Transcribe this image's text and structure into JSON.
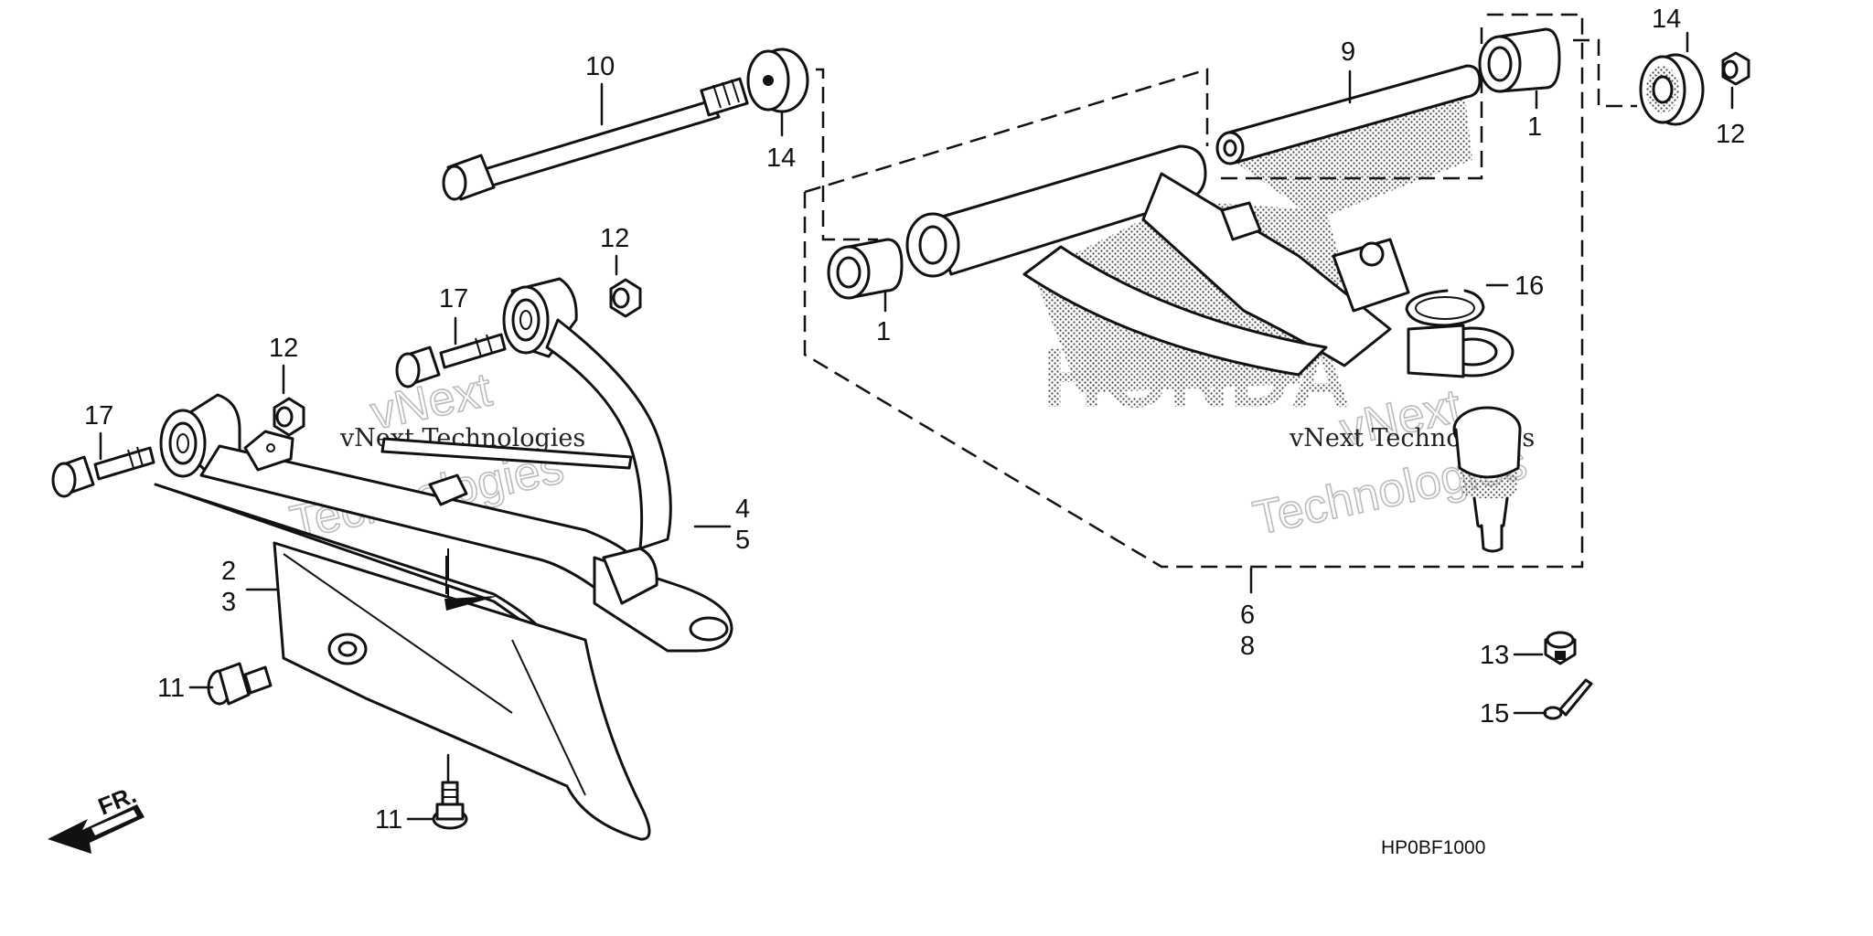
{
  "callouts": {
    "c1a": "1",
    "c1b": "1",
    "c23_top": "2",
    "c23_bot": "3",
    "c45_top": "4",
    "c45_bot": "5",
    "c68_top": "6",
    "c68_bot": "8",
    "c9": "9",
    "c10": "10",
    "c11a": "11",
    "c11b": "11",
    "c12a": "12",
    "c12b": "12",
    "c12c": "12",
    "c13": "13",
    "c14a": "14",
    "c14b": "14",
    "c15": "15",
    "c16": "16",
    "c17a": "17",
    "c17b": "17"
  },
  "diagram_code": "HP0BF1000",
  "front_marker": "FR.",
  "watermarks": {
    "brand": "HONDA",
    "left_line1": "vNext",
    "left_line2": "vNext Technologies",
    "left_line3": "Technologies",
    "right_line1": "vNext",
    "right_line2": "vNext Technologies",
    "right_line3": "Technologies"
  },
  "colors": {
    "ink": "#111111",
    "background": "#ffffff"
  }
}
